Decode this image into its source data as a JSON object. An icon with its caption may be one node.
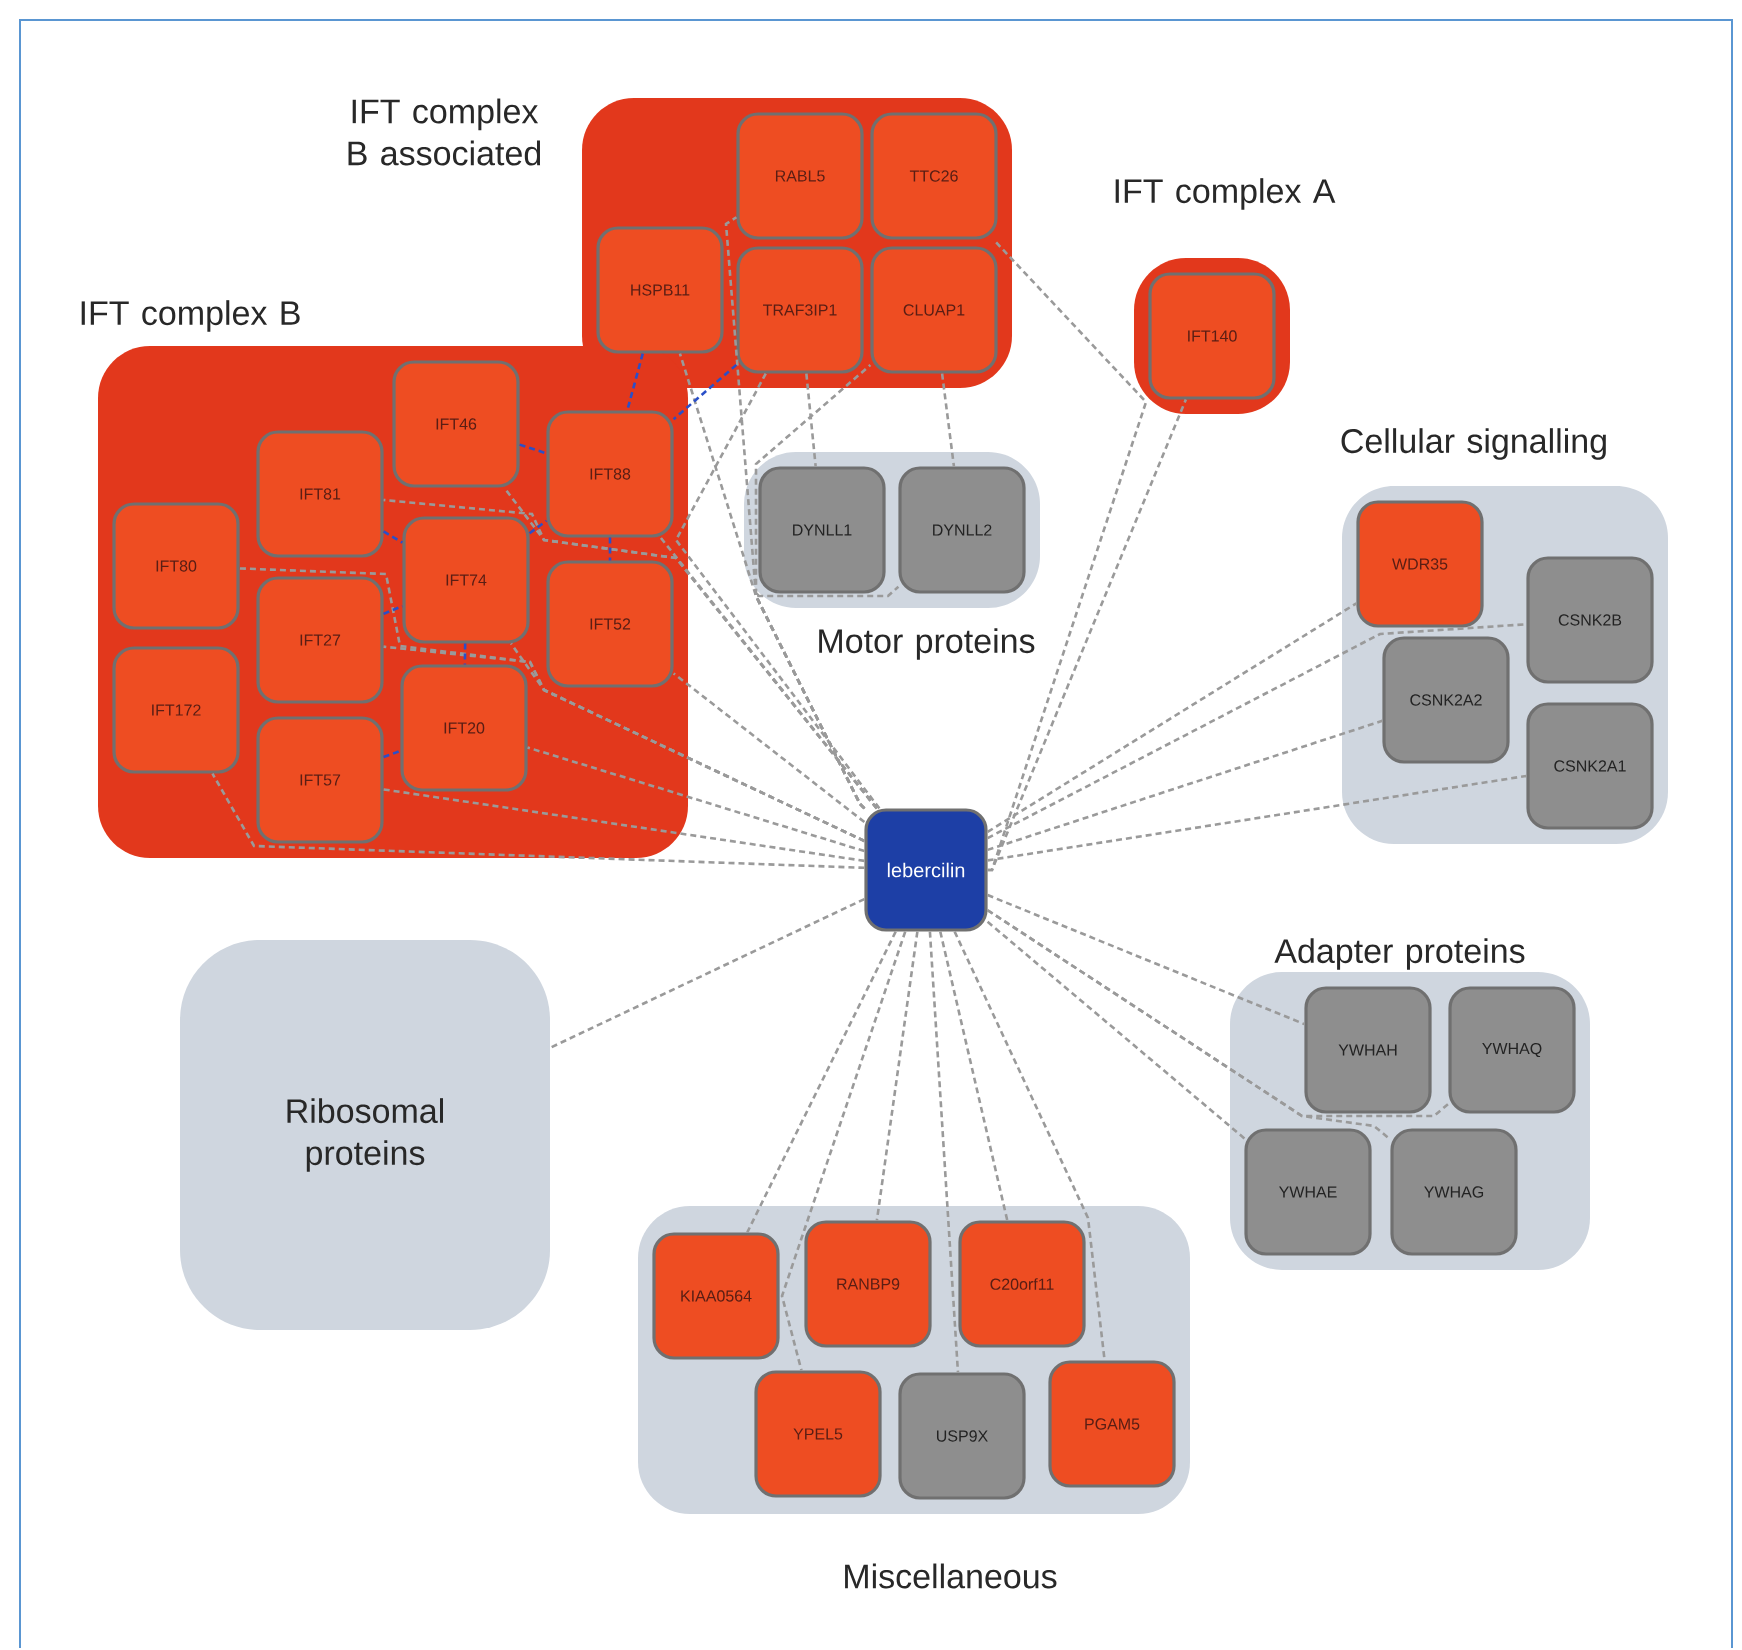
{
  "diagram": {
    "nodes": [
      {
        "text": [
          "IFT complex B associated"
        ]
      },
      {
        "text": [
          "RABL5"
        ],
        "in": 0
      },
      {
        "text": [
          "TTC26"
        ],
        "in": 0
      },
      {
        "text": [
          "HSPB11"
        ],
        "in": 0
      },
      {
        "text": [
          "TRAF3IP1"
        ],
        "in": 0
      },
      {
        "text": [
          "CLUAP1"
        ],
        "in": 0
      },
      {
        "text": [
          "IFT complex A"
        ]
      },
      {
        "text": [
          "IFT140"
        ],
        "in": 6
      },
      {
        "text": [
          "IFT complex B"
        ]
      },
      {
        "text": [
          "IFT46"
        ],
        "in": 8
      },
      {
        "text": [
          "IFT81"
        ],
        "in": 8
      },
      {
        "text": [
          "IFT88"
        ],
        "in": 8
      },
      {
        "text": [
          "IFT80"
        ],
        "in": 8
      },
      {
        "text": [
          "IFT74"
        ],
        "in": 8
      },
      {
        "text": [
          "IFT27"
        ],
        "in": 8
      },
      {
        "text": [
          "IFT52"
        ],
        "in": 8
      },
      {
        "text": [
          "IFT172"
        ],
        "in": 8
      },
      {
        "text": [
          "IFT20"
        ],
        "in": 8
      },
      {
        "text": [
          "IFT57"
        ],
        "in": 8
      },
      {
        "text": [
          "Motor proteins"
        ]
      },
      {
        "text": [
          "DYNLL1"
        ],
        "in": 19
      },
      {
        "text": [
          "DYNLL2"
        ],
        "in": 19
      },
      {
        "text": [
          "Cellular signalling"
        ]
      },
      {
        "text": [
          "WDR35"
        ],
        "in": 22
      },
      {
        "text": [
          "CSNK2B"
        ],
        "in": 22
      },
      {
        "text": [
          "CSNK2A2"
        ],
        "in": 22
      },
      {
        "text": [
          "CSNK2A1"
        ],
        "in": 22
      },
      {
        "text": [
          "lebercilin"
        ]
      },
      {
        "text": [
          "Adapter proteins"
        ]
      },
      {
        "text": [
          "YWHAH"
        ],
        "in": 28
      },
      {
        "text": [
          "YWHAQ"
        ],
        "in": 28
      },
      {
        "text": [
          "YWHAE"
        ],
        "in": 28
      },
      {
        "text": [
          "YWHAG"
        ],
        "in": 28
      },
      {
        "text": [
          "Ribosomal proteins"
        ]
      },
      {
        "text": [
          "Miscellaneous"
        ]
      },
      {
        "text": [
          "KIAA0564"
        ],
        "in": 34
      },
      {
        "text": [
          "RANBP9"
        ],
        "in": 34
      },
      {
        "text": [
          "C20orf11"
        ],
        "in": 34
      },
      {
        "text": [
          "YPEL5"
        ],
        "in": 34
      },
      {
        "text": [
          "USP9X"
        ],
        "in": 34
      },
      {
        "text": [
          "PGAM5"
        ],
        "in": 34
      }
    ],
    "edges": [
      {
        "from": 27,
        "to": 1,
        "arrow": "none",
        "style": "dashed"
      },
      {
        "from": 27,
        "to": 2,
        "arrow": "none",
        "style": "dashed"
      },
      {
        "from": 27,
        "to": 3,
        "arrow": "none",
        "style": "dashed"
      },
      {
        "from": 27,
        "to": 4,
        "arrow": "none",
        "style": "dashed"
      },
      {
        "from": 27,
        "to": 5,
        "arrow": "none",
        "style": "dashed"
      },
      {
        "from": 27,
        "to": 7,
        "arrow": "none",
        "style": "dashed"
      },
      {
        "from": 27,
        "to": 9,
        "arrow": "none",
        "style": "dashed"
      },
      {
        "from": 27,
        "to": 10,
        "arrow": "none",
        "style": "dashed"
      },
      {
        "from": 27,
        "to": 11,
        "arrow": "none",
        "style": "dashed"
      },
      {
        "from": 27,
        "to": 12,
        "arrow": "none",
        "style": "dashed"
      },
      {
        "from": 27,
        "to": 13,
        "arrow": "none",
        "style": "dashed"
      },
      {
        "from": 27,
        "to": 14,
        "arrow": "none",
        "style": "dashed"
      },
      {
        "from": 27,
        "to": 15,
        "arrow": "none",
        "style": "dashed"
      },
      {
        "from": 27,
        "to": 16,
        "arrow": "none",
        "style": "dashed"
      },
      {
        "from": 27,
        "to": 17,
        "arrow": "none",
        "style": "dashed"
      },
      {
        "from": 27,
        "to": 18,
        "arrow": "none",
        "style": "dashed"
      },
      {
        "from": 27,
        "to": 20,
        "arrow": "none",
        "style": "dashed"
      },
      {
        "from": 27,
        "to": 21,
        "arrow": "none",
        "style": "dashed"
      },
      {
        "from": 27,
        "to": 23,
        "arrow": "none",
        "style": "dashed"
      },
      {
        "from": 27,
        "to": 24,
        "arrow": "none",
        "style": "dashed"
      },
      {
        "from": 27,
        "to": 25,
        "arrow": "none",
        "style": "dashed"
      },
      {
        "from": 27,
        "to": 26,
        "arrow": "none",
        "style": "dashed"
      },
      {
        "from": 27,
        "to": 29,
        "arrow": "none",
        "style": "dashed"
      },
      {
        "from": 27,
        "to": 30,
        "arrow": "none",
        "style": "dashed"
      },
      {
        "from": 27,
        "to": 31,
        "arrow": "none",
        "style": "dashed"
      },
      {
        "from": 27,
        "to": 32,
        "arrow": "none",
        "style": "dashed"
      },
      {
        "from": 27,
        "to": 33,
        "arrow": "none",
        "style": "dashed"
      },
      {
        "from": 27,
        "to": 35,
        "arrow": "none",
        "style": "dashed"
      },
      {
        "from": 27,
        "to": 36,
        "arrow": "none",
        "style": "dashed"
      },
      {
        "from": 27,
        "to": 37,
        "arrow": "none",
        "style": "dashed"
      },
      {
        "from": 27,
        "to": 38,
        "arrow": "none",
        "style": "dashed"
      },
      {
        "from": 27,
        "to": 39,
        "arrow": "none",
        "style": "dashed"
      },
      {
        "from": 27,
        "to": 40,
        "arrow": "none",
        "style": "dashed"
      },
      {
        "from": 4,
        "to": 20,
        "arrow": "none",
        "style": "dashed"
      },
      {
        "from": 5,
        "to": 21,
        "arrow": "none",
        "style": "dashed"
      },
      {
        "from": 3,
        "to": 11,
        "arrow": "none",
        "style": "dashed",
        "color": "#2a4fc8"
      },
      {
        "from": 4,
        "to": 11,
        "arrow": "none",
        "style": "dashed",
        "color": "#2a4fc8"
      },
      {
        "from": 9,
        "to": 11,
        "arrow": "none",
        "style": "dashed",
        "color": "#2a4fc8"
      },
      {
        "from": 10,
        "to": 13,
        "arrow": "none",
        "style": "dashed",
        "color": "#2a4fc8"
      },
      {
        "from": 13,
        "to": 11,
        "arrow": "none",
        "style": "dashed",
        "color": "#2a4fc8"
      },
      {
        "from": 11,
        "to": 15,
        "arrow": "none",
        "style": "dashed",
        "color": "#2a4fc8"
      },
      {
        "from": 14,
        "to": 13,
        "arrow": "none",
        "style": "dashed",
        "color": "#2a4fc8"
      },
      {
        "from": 13,
        "to": 17,
        "arrow": "none",
        "style": "dashed",
        "color": "#2a4fc8"
      },
      {
        "from": 18,
        "to": 17,
        "arrow": "none",
        "style": "dashed",
        "color": "#2a4fc8"
      }
    ]
  }
}
